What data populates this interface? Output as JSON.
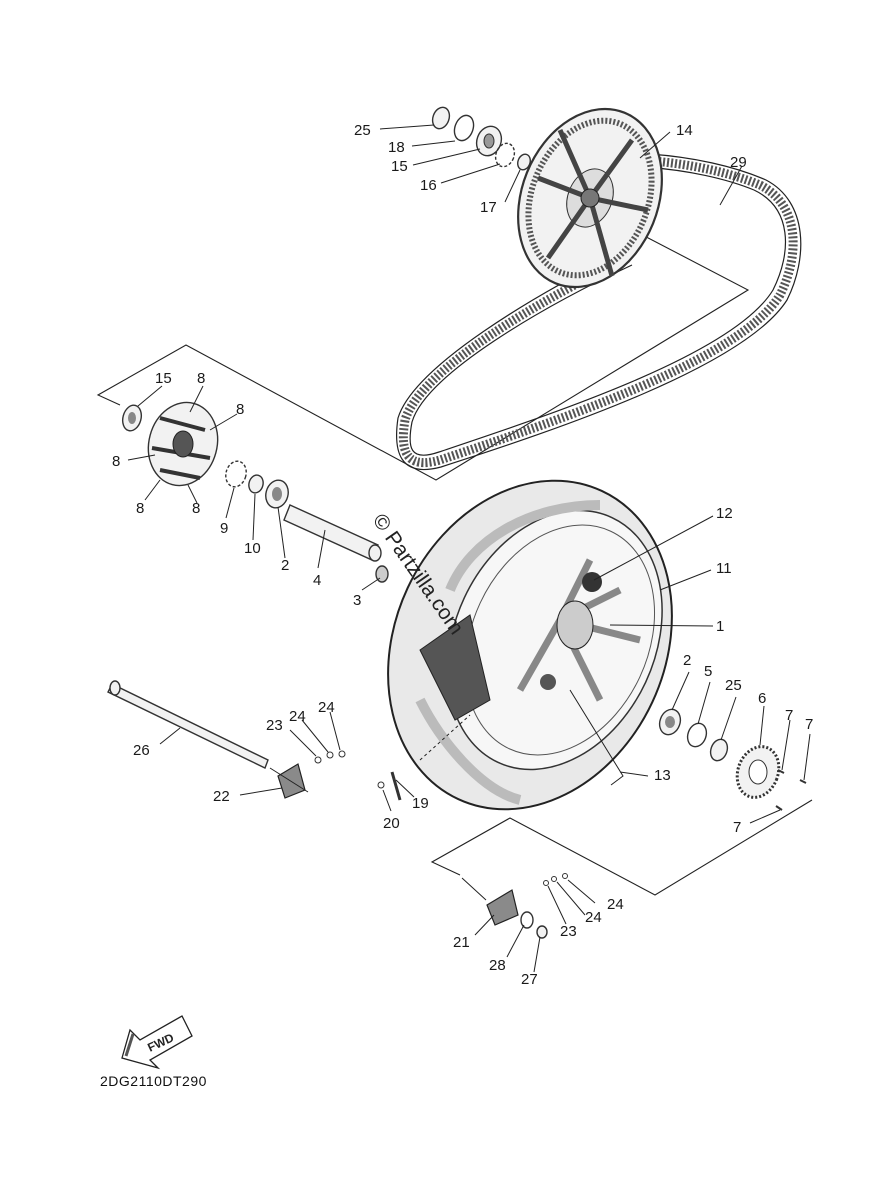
{
  "diagram": {
    "watermark": "© Partzilla.com",
    "diagram_code": "2DG2110DT290",
    "fwd_label": "FWD",
    "callouts": [
      "25",
      "18",
      "15",
      "16",
      "17",
      "14",
      "29",
      "15",
      "8",
      "8",
      "8",
      "8",
      "8",
      "9",
      "10",
      "2",
      "4",
      "3",
      "12",
      "11",
      "1",
      "2",
      "5",
      "25",
      "6",
      "7",
      "7",
      "7",
      "13",
      "26",
      "23",
      "24",
      "24",
      "22",
      "19",
      "20",
      "24",
      "24",
      "23",
      "21",
      "28",
      "27"
    ]
  }
}
